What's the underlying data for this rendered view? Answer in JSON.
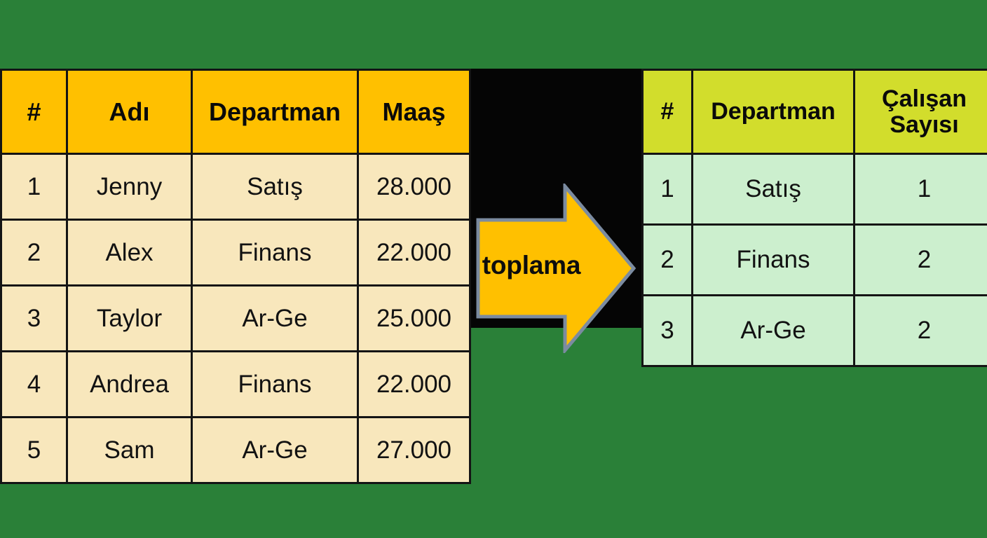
{
  "background_color": "#2a8038",
  "panel": {
    "backdrop_color": "#050505"
  },
  "source_table": {
    "name": "employees-table",
    "header_bg": "#FFC000",
    "body_bg": "#F8E7BC",
    "columns": [
      "#",
      "Adı",
      "Departman",
      "Maaş"
    ],
    "rows": [
      [
        "1",
        "Jenny",
        "Satış",
        "28.000"
      ],
      [
        "2",
        "Alex",
        "Finans",
        "22.000"
      ],
      [
        "3",
        "Taylor",
        "Ar-Ge",
        "25.000"
      ],
      [
        "4",
        "Andrea",
        "Finans",
        "22.000"
      ],
      [
        "5",
        "Sam",
        "Ar-Ge",
        "27.000"
      ]
    ]
  },
  "arrow": {
    "label": "toplama",
    "fill_color": "#FFC000",
    "stroke_color": "#7b8ba0",
    "direction": "right"
  },
  "result_table": {
    "name": "department-counts-table",
    "header_bg": "#D2DD2C",
    "body_bg": "#CCEFCE",
    "columns": [
      "#",
      "Departman",
      "Çalışan\nSayısı"
    ],
    "columns_display": [
      "#",
      "Departman",
      "Çalışan Sayısı"
    ],
    "header_line1": "Çalışan",
    "header_line2": "Sayısı",
    "rows": [
      [
        "1",
        "Satış",
        "1"
      ],
      [
        "2",
        "Finans",
        "2"
      ],
      [
        "3",
        "Ar-Ge",
        "2"
      ]
    ]
  }
}
